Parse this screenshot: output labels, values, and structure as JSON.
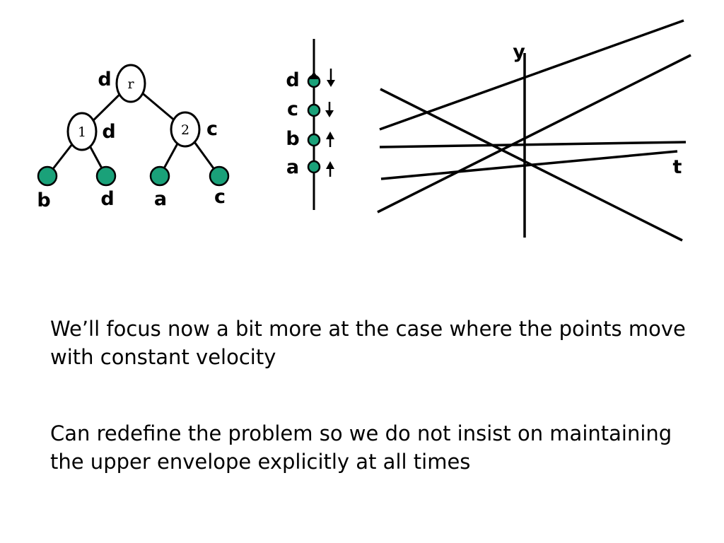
{
  "tree": {
    "root": {
      "label": "r",
      "tag": "d"
    },
    "internal": [
      {
        "label": "1",
        "tag": "d"
      },
      {
        "label": "2",
        "tag": "c"
      }
    ],
    "leaves": [
      "b",
      "d",
      "a",
      "c"
    ],
    "leaf_color": "#1aa179"
  },
  "order_line": {
    "points": [
      {
        "label": "d",
        "direction": "down"
      },
      {
        "label": "c",
        "direction": "down"
      },
      {
        "label": "b",
        "direction": "up"
      },
      {
        "label": "a",
        "direction": "up"
      }
    ],
    "point_color": "#1aa179"
  },
  "plot": {
    "ylabel": "y",
    "xlabel": "t"
  },
  "paragraphs": [
    "We’ll focus now a bit more at the case where the points move with constant velocity",
    "Can redefine the problem so we do not insist on maintaining the upper envelope explicitly at all times"
  ]
}
